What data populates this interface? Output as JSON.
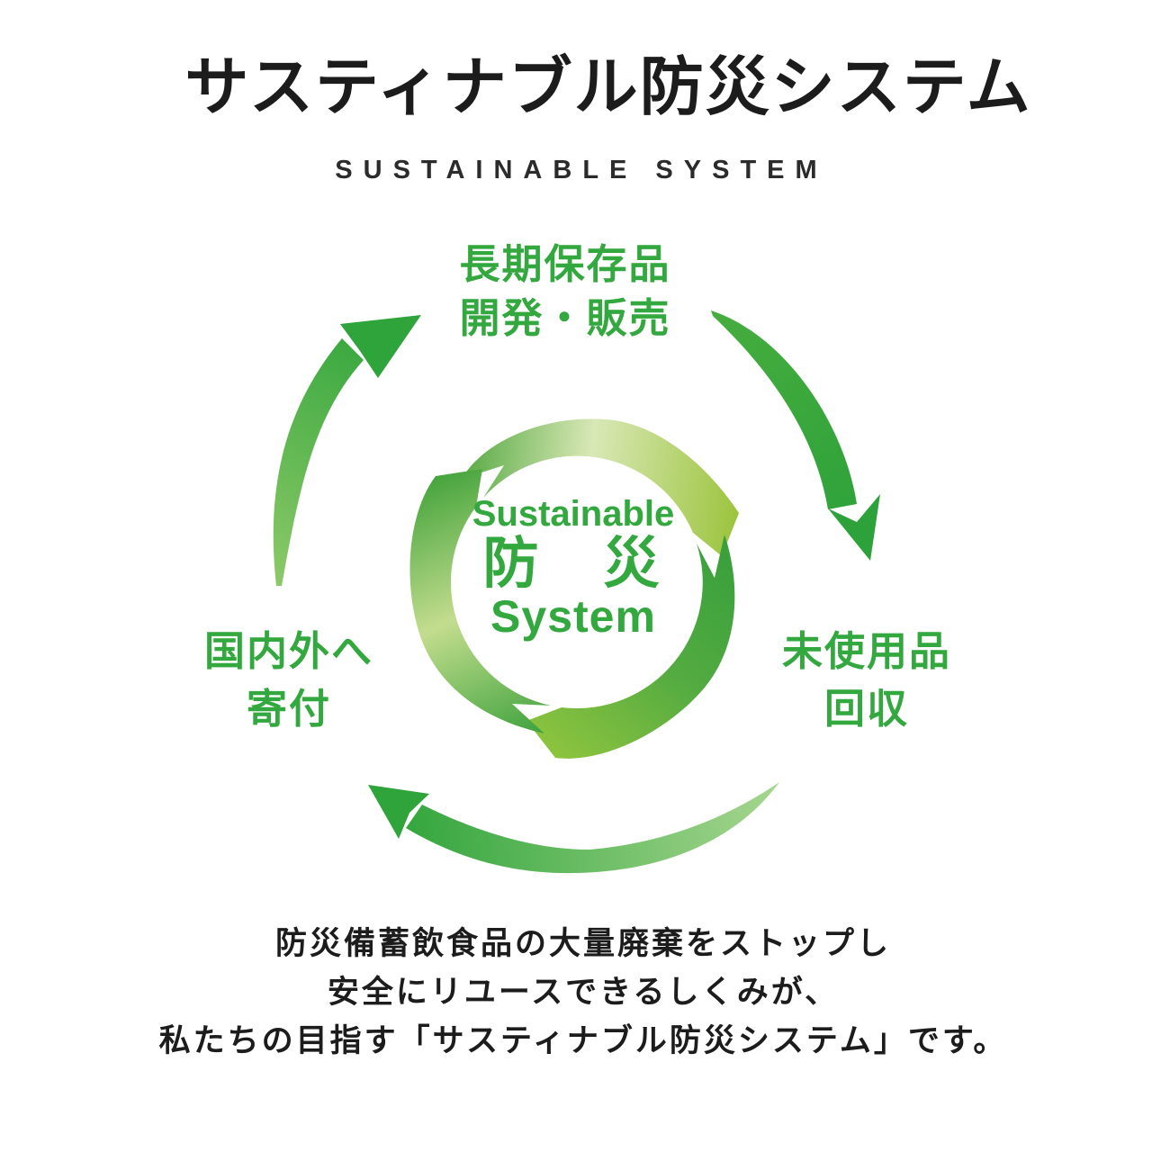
{
  "title": "サスティナブル防災システム",
  "subtitle": "SUSTAINABLE SYSTEM",
  "diagram": {
    "steps": {
      "develop": {
        "line1": "長期保存品",
        "line2": "開発・販売"
      },
      "collect": {
        "line1": "未使用品",
        "line2": "回収"
      },
      "donate": {
        "line1": "国内外へ",
        "line2": "寄付"
      }
    },
    "logo": {
      "line1": "Sustainable",
      "line2": "防　災",
      "line3": "System"
    },
    "icons": {
      "arrows": [
        "left-cycle-arrow-icon",
        "top-right-cycle-arrow-icon",
        "bottom-cycle-arrow-icon"
      ],
      "center": "recycle-ring-icon"
    }
  },
  "description": {
    "line1": "防災備蓄飲食品の大量廃棄をストップし",
    "line2": "安全にリユースできるしくみが、",
    "line3": "私たちの目指す「サスティナブル防災システム」です。"
  },
  "colors": {
    "green": "#33a83e",
    "arrow_green": "#2fa43a",
    "light_green": "#9cc43e",
    "pale_green": "#d9e8b6",
    "text_black": "#1c1c1c"
  }
}
